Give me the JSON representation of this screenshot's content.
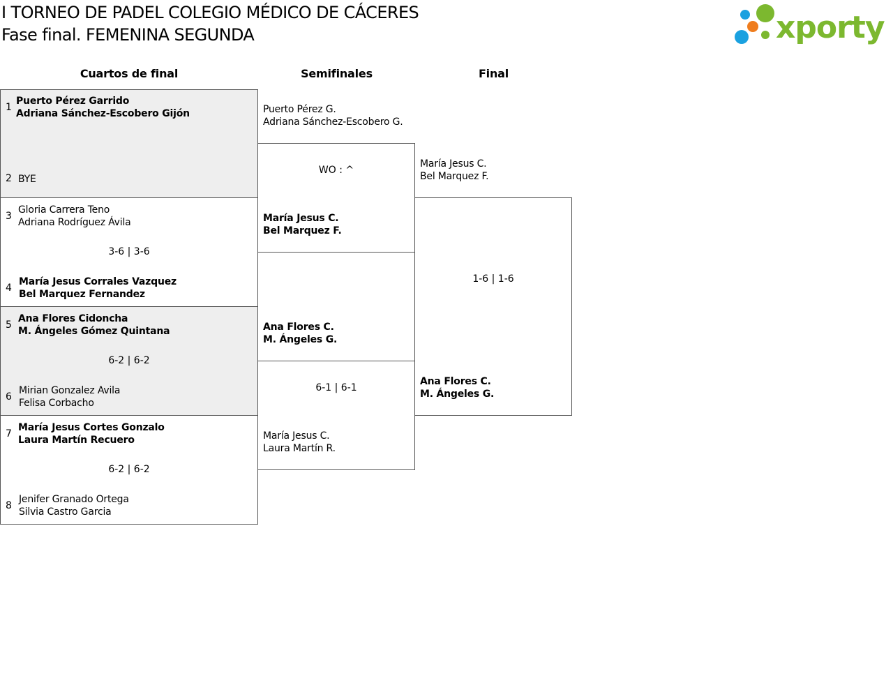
{
  "header": {
    "title": "I TORNEO DE PADEL COLEGIO MÉDICO DE CÁCERES",
    "subtitle": "Fase final. FEMENINA SEGUNDA"
  },
  "logo": {
    "text": "xporty",
    "green": "#7cb82f",
    "blue": "#1aa1e0",
    "orange": "#ef7d1e"
  },
  "rounds": {
    "quarter": "Cuartos de final",
    "semi": "Semifinales",
    "final": "Final"
  },
  "quarterfinals": [
    {
      "score": "",
      "top": {
        "seed": "1",
        "players": [
          "Puerto Pérez Garrido",
          "Adriana Sánchez-Escobero Gijón"
        ]
      },
      "bottom": {
        "seed": "2",
        "players": [
          "BYE"
        ]
      }
    },
    {
      "score": "3-6 | 3-6",
      "top": {
        "seed": "3",
        "players": [
          "Gloria Carrera Teno",
          "Adriana Rodríguez Ávila"
        ]
      },
      "bottom": {
        "seed": "4",
        "players": [
          "María Jesus Corrales Vazquez",
          "Bel Marquez Fernandez"
        ]
      }
    },
    {
      "score": "6-2 | 6-2",
      "top": {
        "seed": "5",
        "players": [
          "Ana Flores Cidoncha",
          "M. Ángeles Gómez Quintana"
        ]
      },
      "bottom": {
        "seed": "6",
        "players": [
          "Mirian Gonzalez Avila",
          "Felisa Corbacho"
        ]
      }
    },
    {
      "score": "6-2 | 6-2",
      "top": {
        "seed": "7",
        "players": [
          "María Jesus Cortes Gonzalo",
          "Laura Martín Recuero"
        ]
      },
      "bottom": {
        "seed": "8",
        "players": [
          "Jenifer Granado Ortega",
          "Silvia Castro Garcia"
        ]
      }
    }
  ],
  "semifinals": [
    {
      "score": "WO : ^",
      "top": [
        "Puerto Pérez G.",
        "Adriana Sánchez-Escobero G."
      ],
      "bottom": [
        "María Jesus C.",
        "Bel Marquez F."
      ]
    },
    {
      "score": "6-1 | 6-1",
      "top": [
        "Ana Flores C.",
        "M. Ángeles G."
      ],
      "bottom": [
        "María Jesus C.",
        "Laura Martín R."
      ]
    }
  ],
  "final": {
    "score": "1-6 | 1-6",
    "top": [
      "María Jesus C.",
      "Bel Marquez F."
    ],
    "bottom": [
      "Ana Flores C.",
      "M. Ángeles G."
    ]
  }
}
